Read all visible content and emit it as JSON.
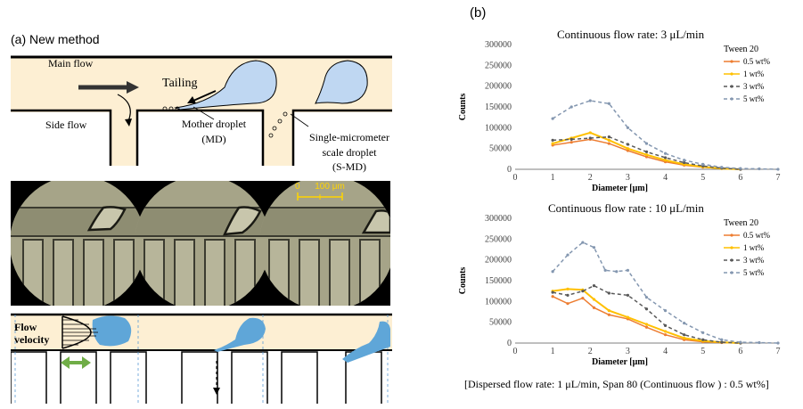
{
  "panel_a": {
    "label": "(a) New method",
    "schematic": {
      "main_flow": "Main flow",
      "side_flow": "Side flow",
      "tailing": "Tailing",
      "mother_droplet": "Mother droplet",
      "mother_droplet_abbr": "(MD)",
      "smd_line1": "Single-micrometer",
      "smd_line2": "scale droplet",
      "smd_line3": "(S-MD)"
    },
    "micrograph": {
      "scale_bar": "0      100 μm"
    },
    "velocity_panel": {
      "flow_line1": "Flow",
      "flow_line2": "velocity"
    }
  },
  "panel_b": {
    "label": "(b)",
    "footnote": "[Dispersed flow rate: 1 μL/min, Span 80 (Continuous flow ) : 0.5 wt%]",
    "colors": {
      "0.5 wt%": "#ED7D31",
      "1 wt%": "#FFC000",
      "3 wt%": "#595959",
      "5 wt%": "#8497B0"
    }
  },
  "chart_data": [
    {
      "type": "line",
      "title": "Continuous flow rate: 3 μL/min",
      "xlabel": "Diameter [μm]",
      "ylabel": "Counts",
      "xlim": [
        0,
        7
      ],
      "ylim": [
        0,
        300000
      ],
      "xticks": [
        "0",
        "1",
        "2",
        "3",
        "4",
        "5",
        "6",
        "7"
      ],
      "yticks": [
        "0",
        "50000",
        "100000",
        "150000",
        "200000",
        "250000",
        "300000"
      ],
      "legend_title": "Tween 20",
      "series": [
        {
          "name": "0.5 wt%",
          "x": [
            1,
            1.5,
            2,
            2.5,
            3,
            3.5,
            4,
            4.5,
            5,
            5.5,
            6
          ],
          "values": [
            58000,
            65000,
            72000,
            62000,
            45000,
            30000,
            18000,
            10000,
            5000,
            2000,
            0
          ]
        },
        {
          "name": "1 wt%",
          "x": [
            1,
            1.5,
            2,
            2.5,
            3,
            3.5,
            4,
            4.5,
            5,
            5.5,
            6
          ],
          "values": [
            62000,
            75000,
            88000,
            70000,
            50000,
            35000,
            22000,
            12000,
            6000,
            2000,
            0
          ]
        },
        {
          "name": "3 wt%",
          "x": [
            1,
            1.5,
            2,
            2.5,
            3,
            3.5,
            4,
            4.5,
            5,
            5.5,
            6
          ],
          "values": [
            70000,
            72000,
            75000,
            78000,
            60000,
            42000,
            28000,
            16000,
            8000,
            3000,
            0
          ]
        },
        {
          "name": "5 wt%",
          "x": [
            1,
            1.5,
            2,
            2.5,
            3,
            3.5,
            4,
            4.5,
            5,
            5.5,
            6,
            6.5,
            7
          ],
          "values": [
            122000,
            150000,
            165000,
            158000,
            100000,
            62000,
            38000,
            22000,
            12000,
            5000,
            2000,
            1000,
            0
          ]
        }
      ]
    },
    {
      "type": "line",
      "title": "Continuous flow rate : 10 μL/min",
      "xlabel": "Diameter [μm]",
      "ylabel": "Counts",
      "xlim": [
        0,
        7
      ],
      "ylim": [
        0,
        300000
      ],
      "xticks": [
        "0",
        "1",
        "2",
        "3",
        "4",
        "5",
        "6",
        "7"
      ],
      "yticks": [
        "0",
        "50000",
        "100000",
        "150000",
        "200000",
        "250000",
        "300000"
      ],
      "legend_title": "Tween 20",
      "series": [
        {
          "name": "0.5 wt%",
          "x": [
            1,
            1.4,
            1.8,
            2.1,
            2.5,
            3,
            3.5,
            4,
            4.5,
            5,
            5.5,
            6
          ],
          "values": [
            112000,
            95000,
            108000,
            85000,
            68000,
            58000,
            38000,
            20000,
            8000,
            3000,
            1000,
            0
          ]
        },
        {
          "name": "1 wt%",
          "x": [
            1,
            1.4,
            1.8,
            2.1,
            2.5,
            3,
            3.5,
            4,
            4.5,
            5,
            5.5,
            6
          ],
          "values": [
            125000,
            130000,
            128000,
            105000,
            78000,
            62000,
            45000,
            28000,
            12000,
            5000,
            2000,
            0
          ]
        },
        {
          "name": "3 wt%",
          "x": [
            1,
            1.4,
            1.8,
            2.1,
            2.5,
            3,
            3.5,
            4,
            4.5,
            5,
            5.5,
            6
          ],
          "values": [
            122000,
            115000,
            125000,
            138000,
            120000,
            115000,
            82000,
            42000,
            20000,
            8000,
            2000,
            0
          ]
        },
        {
          "name": "5 wt%",
          "x": [
            1,
            1.4,
            1.8,
            2.1,
            2.4,
            2.7,
            3,
            3.5,
            4,
            4.5,
            5,
            5.5,
            6,
            6.5,
            7
          ],
          "values": [
            172000,
            212000,
            242000,
            230000,
            175000,
            172000,
            175000,
            110000,
            78000,
            48000,
            25000,
            8000,
            2000,
            1000,
            0
          ]
        }
      ]
    }
  ]
}
